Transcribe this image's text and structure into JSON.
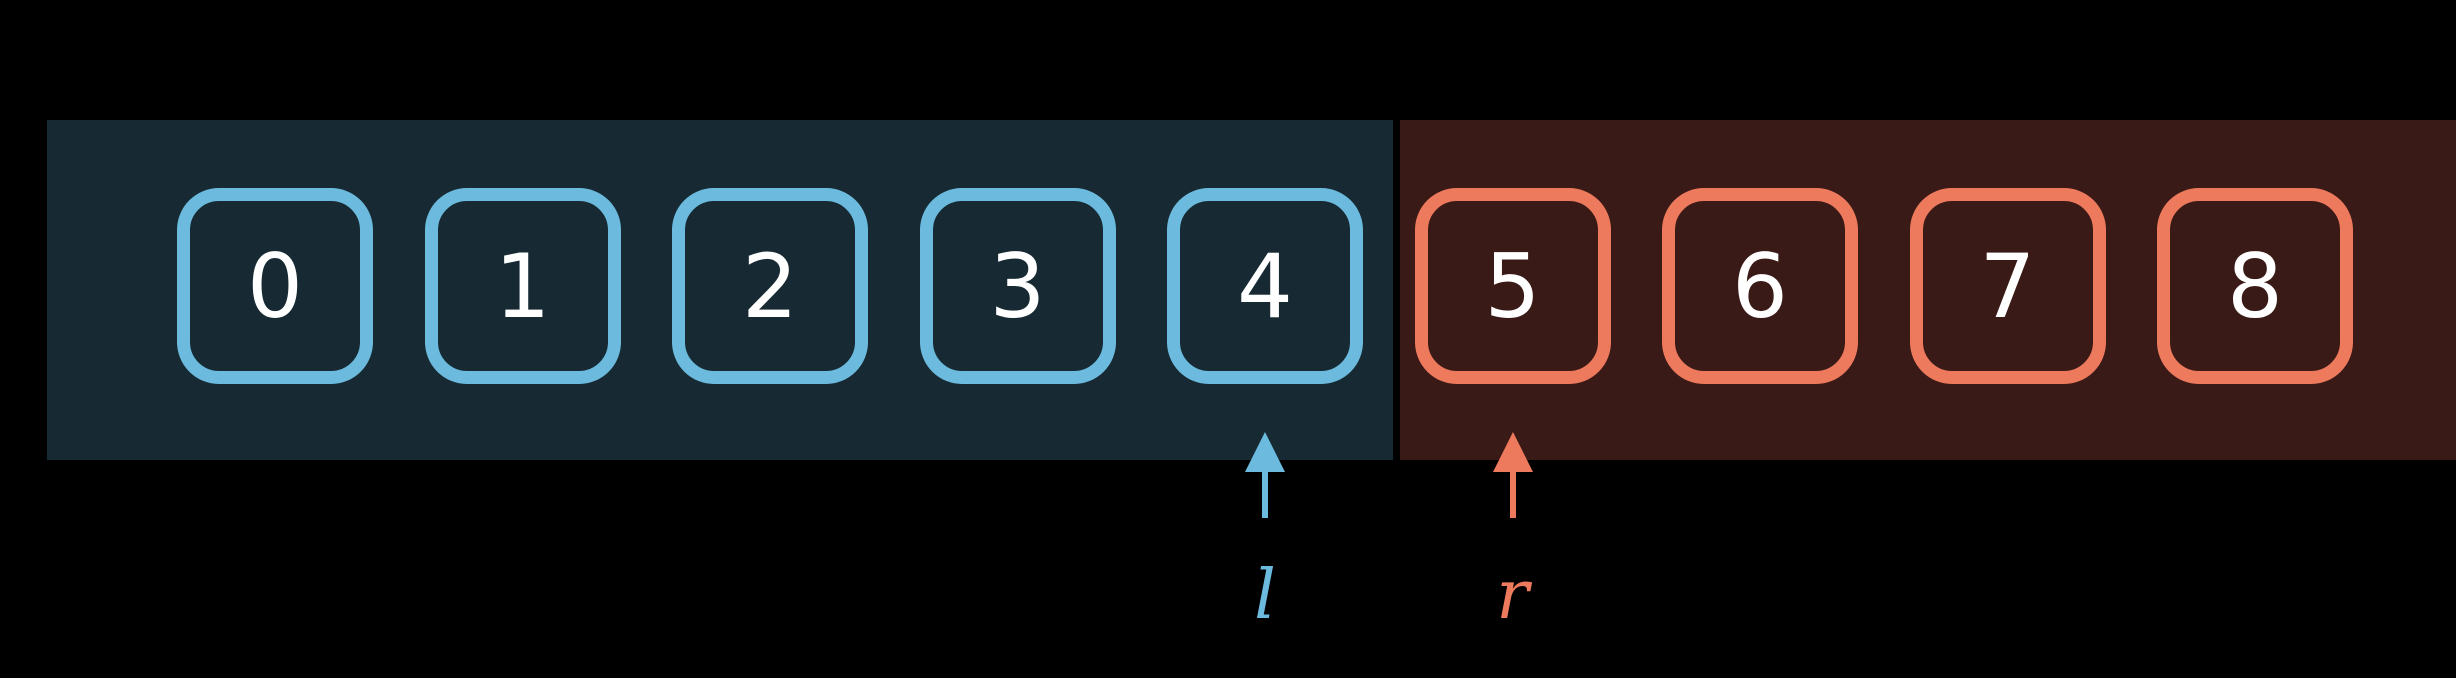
{
  "colors": {
    "background": "#000000",
    "left_region_fill": "#172a33",
    "right_region_fill": "#3a1a16",
    "left_accent": "#6cbbdf",
    "right_accent": "#ee7a5d",
    "digit_text": "#ffffff"
  },
  "array": {
    "cells": [
      "0",
      "1",
      "2",
      "3",
      "4",
      "5",
      "6",
      "7",
      "8"
    ],
    "left_group_indices": [
      0,
      1,
      2,
      3,
      4
    ],
    "right_group_indices": [
      5,
      6,
      7,
      8
    ]
  },
  "pointers": [
    {
      "label": "l",
      "points_to_index": 4,
      "color": "#6cbbdf",
      "icon": "up-arrow-icon"
    },
    {
      "label": "r",
      "points_to_index": 5,
      "color": "#ee7a5d",
      "icon": "up-arrow-icon"
    }
  ]
}
